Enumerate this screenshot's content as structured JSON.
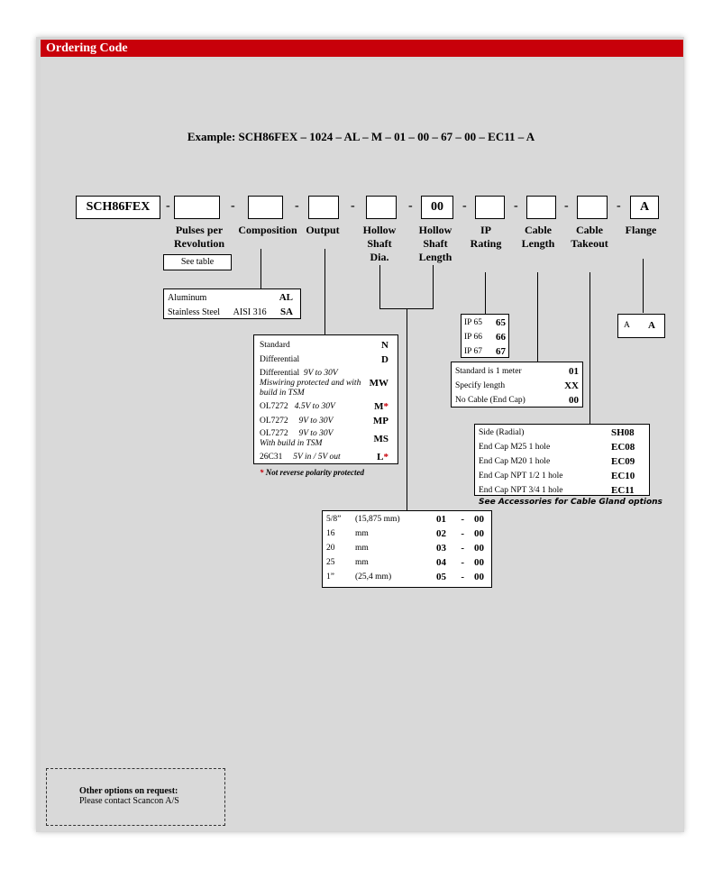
{
  "header": {
    "title": "Ordering Code"
  },
  "example": "Example: SCH86FEX – 1024 – AL – M – 01 – 00 – 67 – 00 – EC11 – A",
  "code_fields": {
    "prefix": "SCH86FEX",
    "hollow_shaft_length_value": "00",
    "flange_value": "A",
    "dash": "-"
  },
  "labels": {
    "ppr_line1": "Pulses per",
    "ppr_line2": "Revolution",
    "composition": "Composition",
    "output": "Output",
    "hsd_line1": "Hollow",
    "hsd_line2": "Shaft",
    "hsd_line3": "Dia.",
    "hsl_line1": "Hollow",
    "hsl_line2": "Shaft",
    "hsl_line3": "Length",
    "ip_line1": "IP",
    "ip_line2": "Rating",
    "cl_line1": "Cable",
    "cl_line2": "Length",
    "ct_line1": "Cable",
    "ct_line2": "Takeout",
    "flange": "Flange"
  },
  "see_table": "See table",
  "composition_table": [
    {
      "name": "Aluminum",
      "extra": "",
      "code": "AL"
    },
    {
      "name": "Stainless Steel",
      "extra": "AISI 316",
      "code": "SA"
    }
  ],
  "output_table": {
    "rows": [
      {
        "name": "Standard",
        "detail": "",
        "code": "N",
        "star": ""
      },
      {
        "name": "Differential",
        "detail": "",
        "code": "D",
        "star": ""
      },
      {
        "name": "Differential",
        "detail": "9V to 30V",
        "sub": "Miswiring protected and with build in TSM",
        "code": "MW",
        "star": ""
      },
      {
        "name": "OL7272",
        "detail": "4.5V to 30V",
        "code": "M",
        "star": "*"
      },
      {
        "name": "OL7272",
        "detail": "9V to 30V",
        "code": "MP",
        "star": ""
      },
      {
        "name": "OL7272",
        "detail": "9V to 30V",
        "sub": "With build in TSM",
        "code": "MS",
        "star": ""
      },
      {
        "name": "26C31",
        "detail": "5V in / 5V out",
        "code": "L",
        "star": "*"
      }
    ],
    "note_star": "*",
    "note": "Not reverse polarity protected"
  },
  "ip_table": [
    {
      "name": "IP 65",
      "code": "65"
    },
    {
      "name": "IP 66",
      "code": "66"
    },
    {
      "name": "IP 67",
      "code": "67"
    }
  ],
  "cable_length_table": [
    {
      "name": "Standard is 1 meter",
      "code": "01"
    },
    {
      "name": "Specify length",
      "code": "XX"
    },
    {
      "name": "No Cable (End Cap)",
      "code": "00"
    }
  ],
  "cable_takeout_table": {
    "rows": [
      {
        "name": "Side (Radial)",
        "code": "SH08"
      },
      {
        "name": "End Cap M25  1 hole",
        "code": "EC08"
      },
      {
        "name": "End Cap M20  1 hole",
        "code": "EC09"
      },
      {
        "name": "End Cap NPT 1/2  1 hole",
        "code": "EC10"
      },
      {
        "name": "End Cap NPT 3/4  1 hole",
        "code": "EC11"
      }
    ],
    "note": "See Accessories for Cable Gland options"
  },
  "flange_table": [
    {
      "name": "A",
      "code": "A"
    }
  ],
  "shaft_table": [
    {
      "size": "5/8”",
      "unit": "(15,875 mm)",
      "code1": "01",
      "code2": "00"
    },
    {
      "size": "16",
      "unit": "mm",
      "code1": "02",
      "code2": "00"
    },
    {
      "size": "20",
      "unit": "mm",
      "code1": "03",
      "code2": "00"
    },
    {
      "size": "25",
      "unit": "mm",
      "code1": "04",
      "code2": "00"
    },
    {
      "size": "1”",
      "unit": "(25,4 mm)",
      "code1": "05",
      "code2": "00"
    }
  ],
  "other_options": {
    "title": "Other options on request:",
    "text": "Please contact Scancon A/S"
  }
}
